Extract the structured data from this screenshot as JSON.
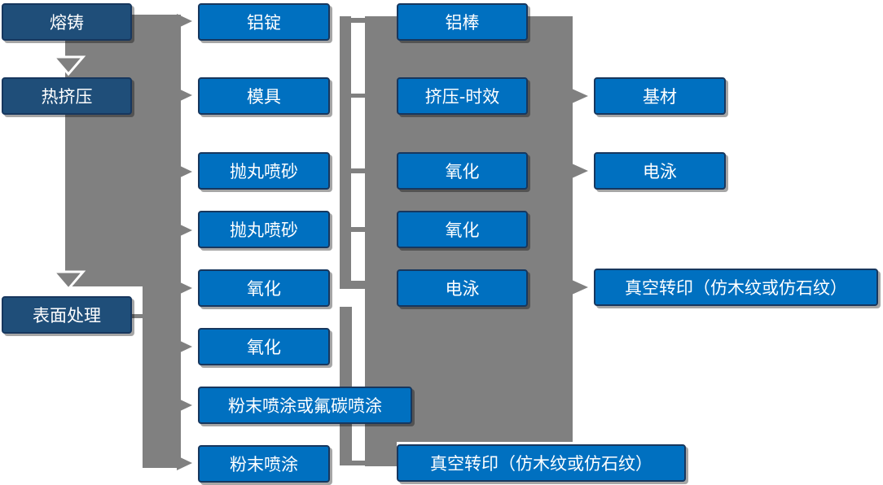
{
  "diagram": {
    "type": "flowchart",
    "palette": {
      "stage_box_fill": "#1F4E79",
      "process_box_fill": "#0070C0",
      "box_border": "#17375E",
      "connector_gray": "#808080",
      "text_color": "#FFFFFF",
      "background": "#FFFFFF"
    },
    "nodes": {
      "col1": [
        "熔铸",
        "热挤压",
        "表面处理"
      ],
      "col2": [
        "铝锭",
        "模具",
        "抛丸喷砂",
        "抛丸喷砂",
        "氧化",
        "氧化",
        "粉末喷涂或氟碳喷涂",
        "粉末喷涂"
      ],
      "col3": [
        "铝棒",
        "挤压-时效",
        "氧化",
        "氧化",
        "电泳",
        "真空转印（仿木纹或仿石纹）"
      ],
      "col4": [
        "基材",
        "电泳",
        "真空转印（仿木纹或仿石纹）"
      ]
    }
  }
}
